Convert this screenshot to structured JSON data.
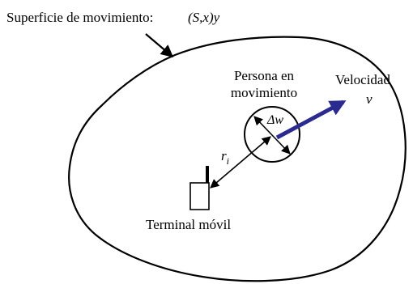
{
  "surface": {
    "title_prefix": "Superficie de movimiento:",
    "title_formula": "(S,x)y"
  },
  "person": {
    "label_line1": "Persona en",
    "label_line2": "movimiento",
    "delta_label": "Δw"
  },
  "velocity": {
    "label": "Velocidad",
    "symbol": "v",
    "color": "#2b2b8f"
  },
  "distance": {
    "symbol": "r",
    "subscript": "i"
  },
  "terminal": {
    "label": "Terminal móvil"
  }
}
